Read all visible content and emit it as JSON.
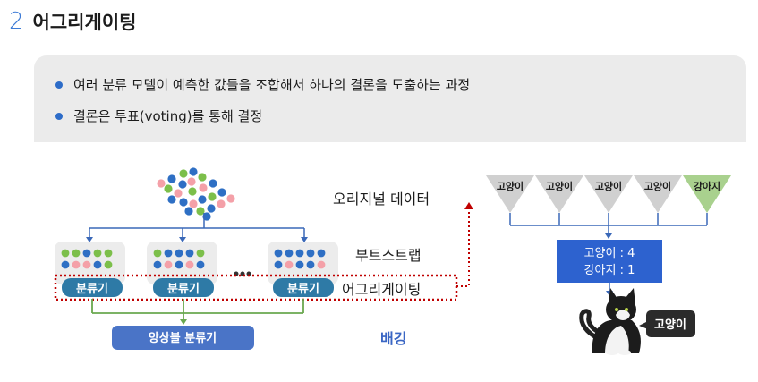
{
  "header": {
    "section_number": "2",
    "title": "어그리게이팅"
  },
  "bullets": [
    "여러 분류 모델이 예측한 값들을 조합해서 하나의 결론을 도출하는  과정",
    "결론은 투표(voting)를 통해  결정"
  ],
  "diagram": {
    "original_data_label": "오리지널 데이터",
    "bootstrap_label": "부트스트랩",
    "aggregating_label": "어그리게이팅",
    "bagging_label": "배깅",
    "classifier_label": "분류기",
    "ensemble_label": "앙상블 분류기",
    "ellipsis": "...",
    "votes": [
      "고양이",
      "고양이",
      "고양이",
      "고양이",
      "강아지"
    ],
    "result_lines": [
      "고양이 : 4",
      "강아지 : 1"
    ],
    "final_prediction": "고양이",
    "colors": {
      "classifier": "#2e7aa6",
      "ensemble": "#4a74c7",
      "result_box": "#2d62cf",
      "cat_vote": "#d0d0d0",
      "dog_vote": "#a9d18e",
      "green_line": "#6aa84f",
      "dotted_red": "#c00000",
      "dot_blue": "#2e6fc4",
      "dot_green": "#7cbf4a",
      "dot_pink": "#f4a0a8"
    }
  }
}
